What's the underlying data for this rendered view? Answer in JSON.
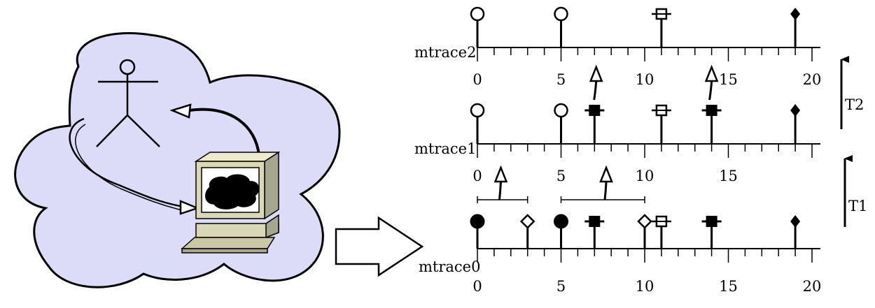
{
  "traces": [
    {
      "label": "mtrace2",
      "tick_labels": [
        "0",
        "5",
        "10",
        "15",
        "20"
      ],
      "events": [
        {
          "t": 0,
          "shape": "circle-open"
        },
        {
          "t": 5,
          "shape": "circle-open"
        },
        {
          "t": 11,
          "shape": "square-open-bar"
        },
        {
          "t": 19,
          "shape": "diamond-filled"
        }
      ]
    },
    {
      "label": "mtrace1",
      "tick_labels": [
        "0",
        "5",
        "10",
        "15"
      ],
      "events": [
        {
          "t": 0,
          "shape": "circle-open"
        },
        {
          "t": 5,
          "shape": "circle-open"
        },
        {
          "t": 7,
          "shape": "square-filled-bar"
        },
        {
          "t": 11,
          "shape": "square-open-bar"
        },
        {
          "t": 14,
          "shape": "square-filled-bar"
        },
        {
          "t": 19,
          "shape": "diamond-filled"
        }
      ]
    },
    {
      "label": "mtrace0",
      "tick_labels": [
        "0",
        "5",
        "10",
        "15",
        "20"
      ],
      "events": [
        {
          "t": 0,
          "shape": "circle-filled"
        },
        {
          "t": 3,
          "shape": "diamond-open"
        },
        {
          "t": 5,
          "shape": "circle-filled"
        },
        {
          "t": 7,
          "shape": "square-filled-bar"
        },
        {
          "t": 10,
          "shape": "diamond-open"
        },
        {
          "t": 11,
          "shape": "square-open-bar"
        },
        {
          "t": 14,
          "shape": "square-filled-bar"
        },
        {
          "t": 19,
          "shape": "diamond-filled"
        }
      ]
    }
  ],
  "transforms": {
    "t1": {
      "label": "T1",
      "brackets": [
        [
          0,
          3
        ],
        [
          5,
          10
        ]
      ],
      "arrows_at": [
        1.4,
        7.7
      ]
    },
    "t2": {
      "label": "T2",
      "arrows_at": [
        7.1,
        14
      ]
    }
  },
  "colors": {
    "cloud_fill": "#dcdcf8",
    "monitor_body": "#d9d7b5",
    "monitor_screen": "#ffffff",
    "stroke": "#000000"
  },
  "icons": [
    "cloud-shape",
    "stick-figure-icon",
    "computer-icon",
    "transform-arrow-icon"
  ]
}
